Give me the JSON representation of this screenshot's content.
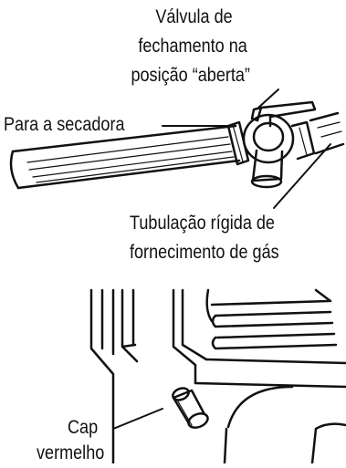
{
  "labels": {
    "valve_line1": "Válvula de",
    "valve_line2": "fechamento na",
    "valve_line3": "posição “aberta”",
    "dryer": "Para a secadora",
    "pipe_line1": "Tubulação rígida de",
    "pipe_line2": "fornecimento de gás",
    "cap_line1": "Cap",
    "cap_line2": "vermelho"
  },
  "colors": {
    "ink": "#111111",
    "background": "#ffffff"
  }
}
